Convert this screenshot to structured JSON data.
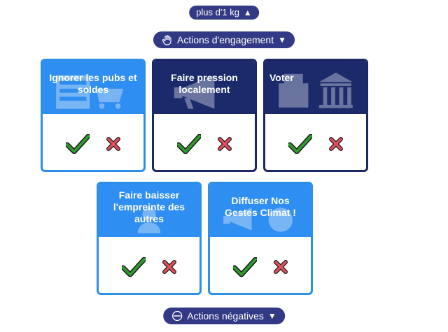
{
  "header": {
    "more_label": "plus d'1 kg",
    "more_caret": "▲"
  },
  "engagement": {
    "label": "Actions d'engagement",
    "caret": "▼",
    "icon": "raised-hand-icon"
  },
  "cards": [
    {
      "title": "Ignorer les pubs et soldes",
      "theme": "light",
      "illustration": "shopping-cart-icon"
    },
    {
      "title": "Faire pression localement",
      "theme": "dark",
      "illustration": "megaphone-icon"
    },
    {
      "title": "Voter",
      "theme": "dark",
      "illustration": "ballot-box-icon"
    },
    {
      "title": "Faire baisser l'empreinte des autres",
      "theme": "light",
      "illustration": "people-icon"
    },
    {
      "title": "Diffuser Nos Gestes Climat !",
      "theme": "light",
      "illustration": "megaphone-globe-icon"
    }
  ],
  "negative": {
    "label": "Actions négatives",
    "caret": "▼",
    "icon": "minus-circle-icon"
  },
  "colors": {
    "accent": "#333a85",
    "card_light": "#2f8ef1",
    "card_dark": "#1a2a6b",
    "check": "#2e9b2e",
    "cross": "#e0505a"
  }
}
